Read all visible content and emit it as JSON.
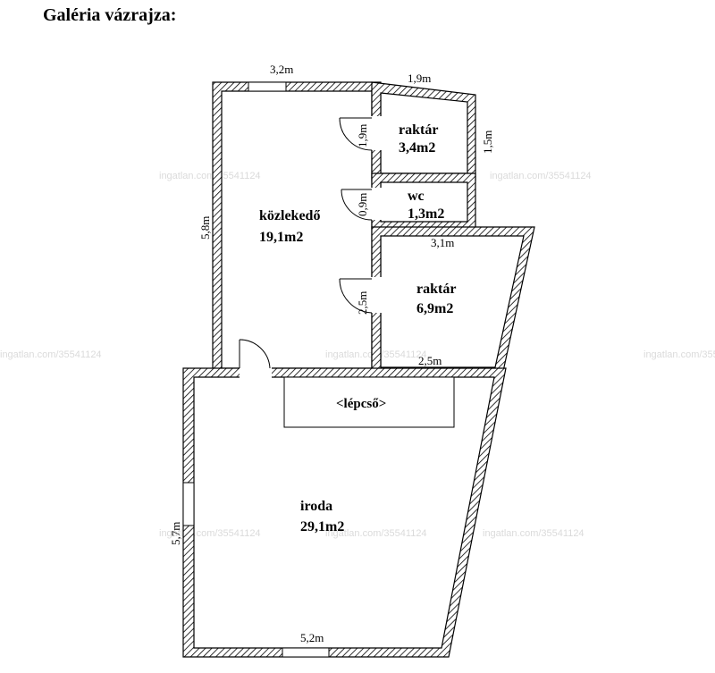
{
  "title": "Galéria vázrajza:",
  "rooms": [
    {
      "id": "kozlekedo",
      "name": "közlekedő",
      "area": "19,1m2"
    },
    {
      "id": "raktar1",
      "name": "raktár",
      "area": "3,4m2"
    },
    {
      "id": "wc",
      "name": "wc",
      "area": "1,3m2"
    },
    {
      "id": "raktar2",
      "name": "raktár",
      "area": "6,9m2"
    },
    {
      "id": "iroda",
      "name": "iroda",
      "area": "29,1m2"
    }
  ],
  "stairs": "<lépcső>",
  "dimensions": {
    "top_left_width": "3,2m",
    "top_right_width": "1,9m",
    "raktar1_height": "1,9m",
    "raktar1_right": "1,5m",
    "wc_height": "0,9m",
    "kozlekedo_height": "5,8m",
    "raktar2_top": "3,1m",
    "raktar2_height": "2,5m",
    "raktar2_bottom": "2,5m",
    "iroda_height": "5,7m",
    "iroda_bottom": "5,2m"
  },
  "watermark": "ingatlan.com/35541124"
}
